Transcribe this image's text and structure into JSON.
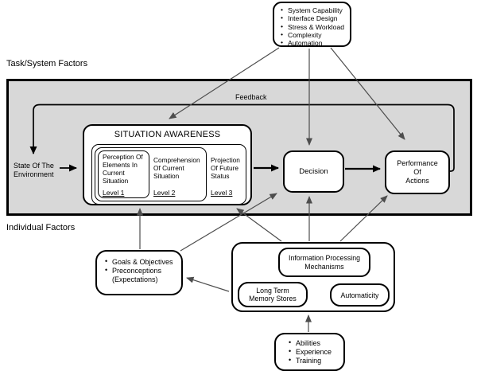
{
  "diagram": {
    "top_factors": {
      "items": [
        "System Capability",
        "Interface Design",
        "Stress & Workload",
        "Complexity",
        "Automation"
      ]
    },
    "regions": {
      "task_system_label": "Task/System Factors",
      "individual_label": "Individual Factors"
    },
    "feedback_label": "Feedback",
    "environment_label": "State Of The\nEnvironment",
    "situation_awareness": {
      "title": "SITUATION AWARENESS",
      "levels": [
        {
          "text": "Perception Of Elements In Current Situation",
          "label": "Level 1"
        },
        {
          "text": "Comprehension Of Current Situation",
          "label": "Level 2"
        },
        {
          "text": "Projection Of Future Status",
          "label": "Level 3"
        }
      ]
    },
    "decision_label": "Decision",
    "performance_label": "Performance\nOf\nActions",
    "goals": {
      "items": [
        "Goals & Objectives",
        "Preconceptions (Expectations)"
      ]
    },
    "mechanisms": {
      "info_processing": "Information Processing\nMechanisms",
      "long_term_memory": "Long Term\nMemory Stores",
      "automaticity": "Automaticity"
    },
    "abilities": {
      "items": [
        "Abilities",
        "Experience",
        "Training"
      ]
    }
  }
}
